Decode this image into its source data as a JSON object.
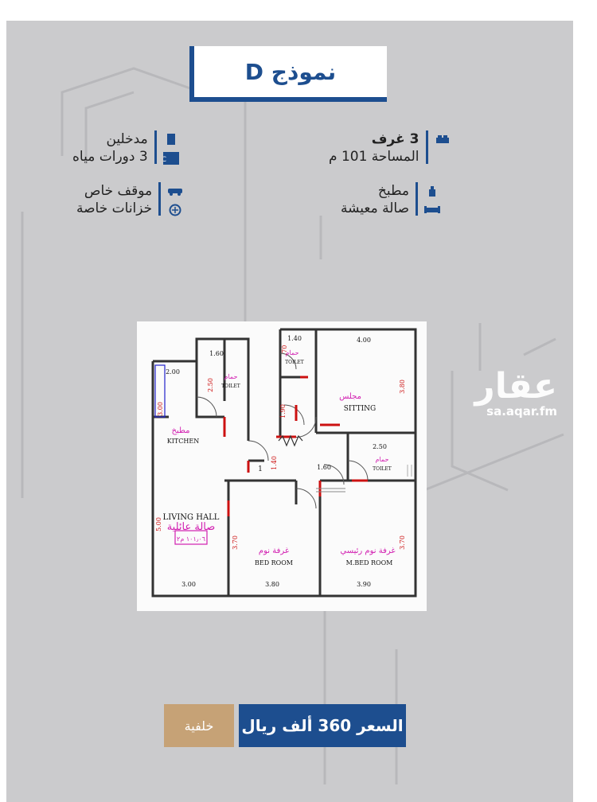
{
  "title": "نموذج D",
  "features": {
    "right_top": {
      "line1": "3 غرف",
      "line2": "المساحة 101 م"
    },
    "right_bottom": {
      "line1": "مطبخ",
      "line2": "صالة معيشة"
    },
    "left_top": {
      "line1": "مدخلين",
      "line2": "3 دورات مياه"
    },
    "left_bottom": {
      "line1": "موقف خاص",
      "line2": "خزانات خاصة"
    }
  },
  "icons": {
    "right_top": "bed-icon",
    "right_bottom_1": "kitchen-icon",
    "right_bottom_2": "sofa-icon",
    "left_top_1": "door-icon",
    "left_top_2": "wc-icon",
    "left_bottom_1": "car-icon",
    "left_bottom_2": "water-tank-icon"
  },
  "floor_plan": {
    "toilet1_ar": "حمام",
    "toilet1_en": "TOILET",
    "toilet2_ar": "حمام",
    "toilet2_en": "TOILET",
    "toilet3_ar": "حمام",
    "toilet3_en": "TOILET",
    "kitchen_ar": "مطبخ",
    "kitchen_en": "KITCHEN",
    "sitting_ar": "مجلس",
    "sitting_en": "SITTING",
    "living_ar": "صالة عائلية",
    "living_en": "LIVING HALL",
    "area_label": "١٠١٫٠٦ م٢",
    "bed_ar": "غرفة نوم",
    "bed_en": "BED ROOM",
    "mbed_ar": "غرفة نوم رئيسي",
    "mbed_en": "M.BED ROOM",
    "entry_mark": "1",
    "dims": {
      "d_1_60": "1.60",
      "d_1_40_top": "1.40",
      "d_4_00": "4.00",
      "d_70": ".70",
      "d_2_00": "2.00",
      "d_2_50_left": "2.50",
      "d_3_00_left": "3.00",
      "d_1_90": "1.90",
      "d_3_80_right": "3.80",
      "d_1_40_mid": "1.40",
      "d_1_60_mid": "1.60",
      "d_2_50_right": "2.50",
      "d_5_00": "5.00",
      "d_3_70_bed": "3.70",
      "d_3_70_mbed": "3.70",
      "d_3_00_bottom": "3.00",
      "d_3_80_bottom": "3.80",
      "d_3_90_bottom": "3.90"
    }
  },
  "watermark": {
    "main": "عقار",
    "sub": "sa.aqar.fm"
  },
  "price": "السعر 360 ألف ريال",
  "background_button": "خلفية",
  "colors": {
    "accent": "#1d4e8f",
    "gold": "#c6a276",
    "background": "#cbcbcd",
    "dimension_red": "#cc1111",
    "label_magenta": "#d21fb1"
  }
}
